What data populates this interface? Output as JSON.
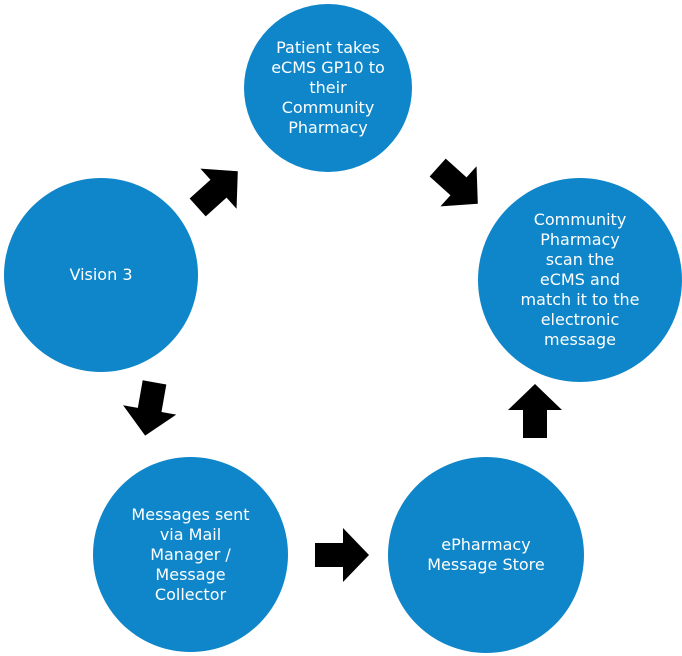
{
  "diagram": {
    "nodes": [
      {
        "id": "patient",
        "label": "Patient takes\neCMS GP10 to\ntheir\nCommunity\nPharmacy"
      },
      {
        "id": "community",
        "label": "Community\nPharmacy\nscan the\neCMS and\nmatch it to the\nelectronic\nmessage"
      },
      {
        "id": "vision",
        "label": "Vision 3"
      },
      {
        "id": "messages",
        "label": "Messages sent\nvia Mail\nManager /\nMessage\nCollector"
      },
      {
        "id": "store",
        "label": "ePharmacy\nMessage Store"
      }
    ],
    "colors": {
      "node_fill": "#0f86c9",
      "node_text": "#ffffff",
      "arrow_fill": "#000000"
    }
  }
}
